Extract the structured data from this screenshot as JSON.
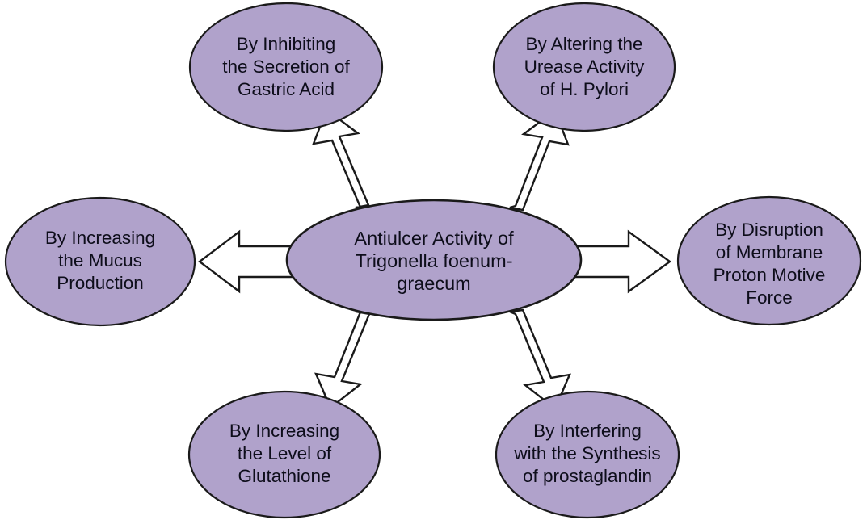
{
  "diagram": {
    "type": "radial-hub-and-spoke",
    "background_color": "#ffffff",
    "node_fill_color": "#b0a2cb",
    "node_stroke_color": "#1a1a1a",
    "arrow_fill_color": "#ffffff",
    "arrow_stroke_color": "#1a1a1a",
    "text_color": "#0d0d1a",
    "center": {
      "id": "center-node",
      "lines": [
        {
          "text": "Antiulcer Activity of",
          "italic": false
        },
        {
          "text": "Trigonella foenum-",
          "italic": true
        },
        {
          "text": "graecum",
          "italic": true
        }
      ]
    },
    "nodes": [
      {
        "id": "node-inhibiting-gastric-acid",
        "position": "top-left",
        "lines": [
          "By Inhibiting",
          "the Secretion of",
          "Gastric Acid"
        ]
      },
      {
        "id": "node-urease-activity",
        "position": "top-right",
        "lines": [
          "By Altering the",
          "Urease Activity",
          "of H. Pylori"
        ]
      },
      {
        "id": "node-mucus-production",
        "position": "left",
        "lines": [
          "By Increasing",
          "the Mucus",
          "Production"
        ]
      },
      {
        "id": "node-proton-motive-force",
        "position": "right",
        "lines": [
          "By Disruption",
          "of Membrane",
          "Proton Motive",
          "Force"
        ]
      },
      {
        "id": "node-glutathione",
        "position": "bottom-left",
        "lines": [
          "By Increasing",
          "the Level of",
          "Glutathione"
        ]
      },
      {
        "id": "node-prostaglandin",
        "position": "bottom-right",
        "lines": [
          "By Interfering",
          "with the Synthesis",
          "of prostaglandin"
        ]
      }
    ],
    "arrows": [
      {
        "id": "arrow-to-gastric-acid",
        "from": "center-node",
        "to": "node-inhibiting-gastric-acid",
        "direction": "up-left"
      },
      {
        "id": "arrow-to-urease-activity",
        "from": "center-node",
        "to": "node-urease-activity",
        "direction": "up-right"
      },
      {
        "id": "arrow-to-mucus-production",
        "from": "center-node",
        "to": "node-mucus-production",
        "direction": "left"
      },
      {
        "id": "arrow-to-proton-motive-force",
        "from": "center-node",
        "to": "node-proton-motive-force",
        "direction": "right"
      },
      {
        "id": "arrow-to-glutathione",
        "from": "center-node",
        "to": "node-glutathione",
        "direction": "down-left"
      },
      {
        "id": "arrow-to-prostaglandin",
        "from": "center-node",
        "to": "node-prostaglandin",
        "direction": "down-right"
      }
    ]
  }
}
